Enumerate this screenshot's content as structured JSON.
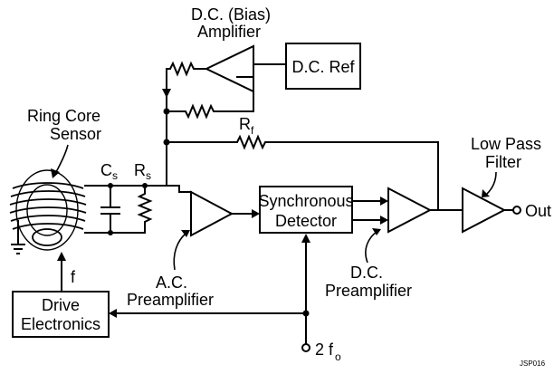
{
  "labels": {
    "dc_amp_line1": "D.C. (Bias)",
    "dc_amp_line2": "Amplifier",
    "dc_ref": "D.C. Ref",
    "ring_line1": "Ring Core",
    "ring_line2": "Sensor",
    "cs_main": "C",
    "cs_sub": "s",
    "rs_main": "R",
    "rs_sub": "s",
    "rf_main": "R",
    "rf_sub": "f",
    "sync_line1": "Synchronous",
    "sync_line2": "Detector",
    "lpf_line1": "Low Pass",
    "lpf_line2": "Filter",
    "out": "Out",
    "ac_line1": "A.C.",
    "ac_line2": "Preamplifier",
    "dc_pre_line1": "D.C.",
    "dc_pre_line2": "Preamplifier",
    "drive_line1": "Drive",
    "drive_line2": "Electronics",
    "f": "f",
    "twofo_main": "2 f",
    "twofo_sub": "o",
    "figure_id": "JSP016"
  }
}
